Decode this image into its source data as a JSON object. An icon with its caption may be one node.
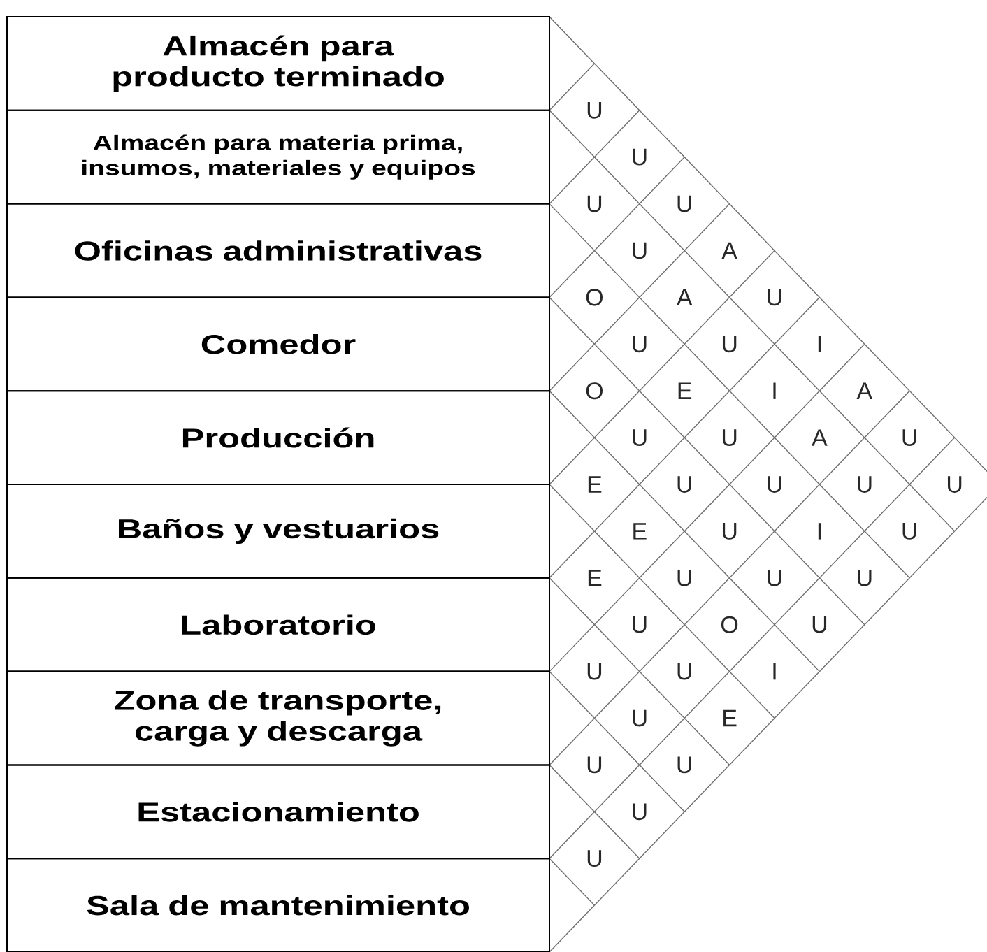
{
  "diagram": {
    "nodes": [
      {
        "text": [
          "Almacén para producto terminado"
        ]
      },
      {
        "text": [
          "Almacén para materia prima, insumos, materiales y equipos"
        ]
      },
      {
        "text": [
          "Oficinas administrativas"
        ]
      },
      {
        "text": [
          "Comedor"
        ]
      },
      {
        "text": [
          "Producción"
        ]
      },
      {
        "text": [
          "Baños y vestuarios"
        ]
      },
      {
        "text": [
          "Laboratorio"
        ]
      },
      {
        "text": [
          "Zona de transporte, carga y descarga"
        ]
      },
      {
        "text": [
          "Estacionamiento"
        ]
      },
      {
        "text": [
          "Sala de mantenimiento"
        ]
      }
    ],
    "labels": [
      "U",
      "U",
      "U",
      "U",
      "U",
      "A",
      "O",
      "A",
      "U",
      "U",
      "U",
      "I",
      "O",
      "E",
      "I",
      "A",
      "U",
      "U",
      "A",
      "U",
      "E",
      "U",
      "U",
      "U",
      "U",
      "E",
      "U",
      "I",
      "U",
      "E",
      "U",
      "U",
      "U",
      "U",
      "O",
      "U",
      "U",
      "U",
      "I",
      "U",
      "E",
      "U",
      "U",
      "U",
      "U"
    ]
  }
}
